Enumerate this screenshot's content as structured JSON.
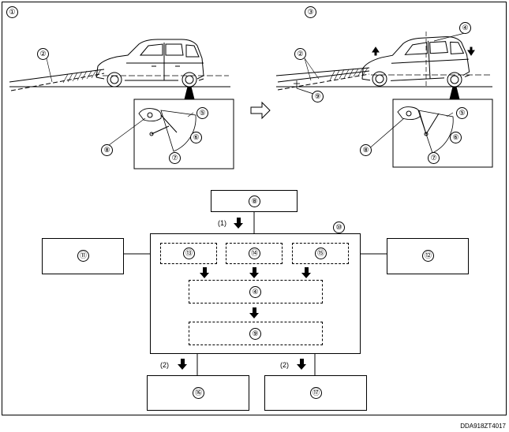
{
  "top_left": {
    "marker": "①",
    "callouts": {
      "c2": "②",
      "c5": "⑤",
      "c6": "⑥",
      "c7": "⑦",
      "c8": "⑧"
    }
  },
  "top_right": {
    "marker": "③",
    "callouts": {
      "c2": "②",
      "c4": "④",
      "c5": "⑤",
      "c6": "⑥",
      "c7": "⑦",
      "c8": "⑧",
      "c9": "⑨"
    }
  },
  "flow": {
    "top_box": "⑧",
    "arrow_label_1": "(1)",
    "main_box_label": "⑩",
    "left_box": "⑪",
    "right_box": "⑫",
    "inner": {
      "a": "⑬",
      "b": "⑭",
      "c": "⑮",
      "mid": "④",
      "bottom": "⑨"
    },
    "arrow_label_2_left": "(2)",
    "arrow_label_2_right": "(2)",
    "out_left": "⑯",
    "out_right": "⑰"
  },
  "figure_code": "DDA918ZT4017"
}
